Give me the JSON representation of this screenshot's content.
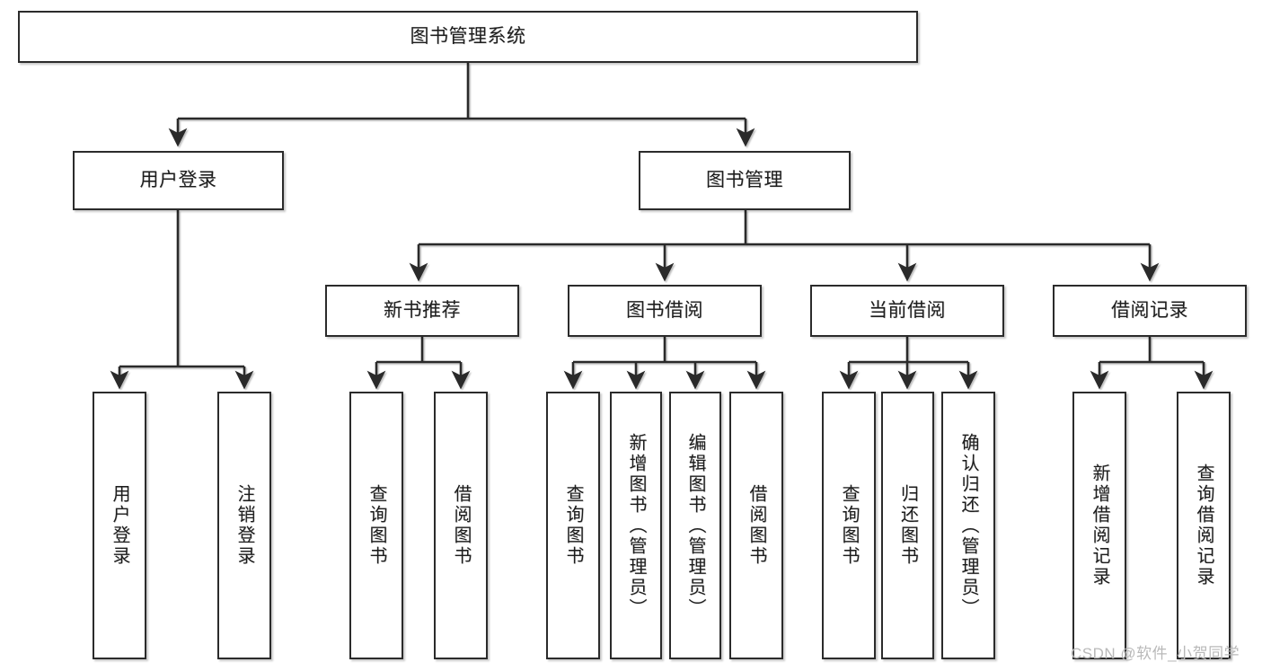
{
  "diagram": {
    "title": "图书管理系统",
    "type": "tree-hierarchy-diagram",
    "colors": {
      "stroke": "#2b2b2b",
      "fill": "#ffffff",
      "text": "#1d1d1d",
      "watermark": "#b9b9b9"
    },
    "nodes": {
      "root": {
        "label": "图书管理系统"
      },
      "level2": [
        {
          "id": "user-login",
          "label": "用户登录"
        },
        {
          "id": "book-management",
          "label": "图书管理"
        }
      ],
      "level3": [
        {
          "id": "new-book-recommend",
          "label": "新书推荐"
        },
        {
          "id": "book-borrow",
          "label": "图书借阅"
        },
        {
          "id": "current-borrow",
          "label": "当前借阅"
        },
        {
          "id": "borrow-record",
          "label": "借阅记录"
        }
      ],
      "leaves": [
        {
          "id": "leaf-user-login",
          "label": "用户登录",
          "parent": "user-login"
        },
        {
          "id": "leaf-logout-login",
          "label": "注销登录",
          "parent": "user-login"
        },
        {
          "id": "leaf-query-book-1",
          "label": "查询图书",
          "parent": "new-book-recommend"
        },
        {
          "id": "leaf-borrow-book-1",
          "label": "借阅图书",
          "parent": "new-book-recommend"
        },
        {
          "id": "leaf-query-book-2",
          "label": "查询图书",
          "parent": "book-borrow"
        },
        {
          "id": "leaf-add-book",
          "label": "新增图书（管理员）",
          "parent": "book-borrow"
        },
        {
          "id": "leaf-edit-book",
          "label": "编辑图书（管理员）",
          "parent": "book-borrow"
        },
        {
          "id": "leaf-borrow-book-2",
          "label": "借阅图书",
          "parent": "book-borrow"
        },
        {
          "id": "leaf-query-book-3",
          "label": "查询图书",
          "parent": "current-borrow"
        },
        {
          "id": "leaf-return-book",
          "label": "归还图书",
          "parent": "current-borrow"
        },
        {
          "id": "leaf-confirm-return",
          "label": "确认归还（管理员）",
          "parent": "current-borrow"
        },
        {
          "id": "leaf-add-borrow-record",
          "label": "新增借阅记录",
          "parent": "borrow-record"
        },
        {
          "id": "leaf-query-borrow-record",
          "label": "查询借阅记录",
          "parent": "borrow-record"
        }
      ]
    },
    "watermark": "CSDN @软件_小贺同学"
  }
}
